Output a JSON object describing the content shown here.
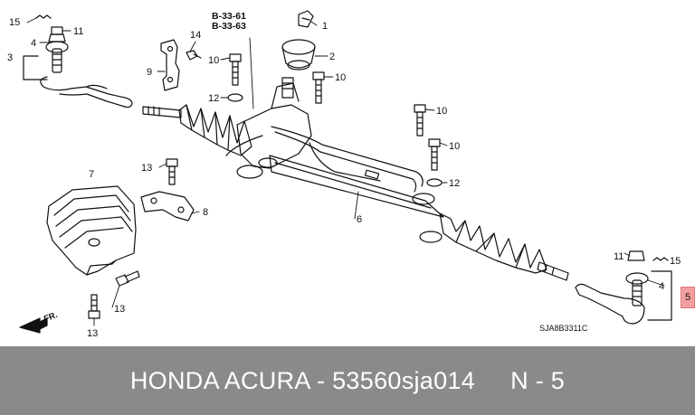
{
  "title": "HONDA ACURA - 53560sja014",
  "position_label": "N - 5",
  "diagram_code": "SJA8B3311C",
  "front_label": "FR.",
  "ref_codes": [
    "B-33-61",
    "B-33-63"
  ],
  "highlighted_callout": "5",
  "callouts": [
    {
      "id": "c15a",
      "num": "15"
    },
    {
      "id": "c11a",
      "num": "11"
    },
    {
      "id": "c4a",
      "num": "4"
    },
    {
      "id": "c3",
      "num": "3"
    },
    {
      "id": "c14",
      "num": "14"
    },
    {
      "id": "c9",
      "num": "9"
    },
    {
      "id": "c10a",
      "num": "10"
    },
    {
      "id": "c1",
      "num": "1"
    },
    {
      "id": "c2",
      "num": "2"
    },
    {
      "id": "c10b",
      "num": "10"
    },
    {
      "id": "c12a",
      "num": "12"
    },
    {
      "id": "c10c",
      "num": "10"
    },
    {
      "id": "c10d",
      "num": "10"
    },
    {
      "id": "c12b",
      "num": "12"
    },
    {
      "id": "c7",
      "num": "7"
    },
    {
      "id": "c13a",
      "num": "13"
    },
    {
      "id": "c8",
      "num": "8"
    },
    {
      "id": "c6",
      "num": "6"
    },
    {
      "id": "c13b",
      "num": "13"
    },
    {
      "id": "c13c",
      "num": "13"
    },
    {
      "id": "c11b",
      "num": "11"
    },
    {
      "id": "c15b",
      "num": "15"
    },
    {
      "id": "c4b",
      "num": "4"
    }
  ],
  "colors": {
    "footer_bg": "#8a8a8a",
    "footer_text": "#ffffff",
    "highlight": "#f4a0a0",
    "line": "#111111"
  }
}
